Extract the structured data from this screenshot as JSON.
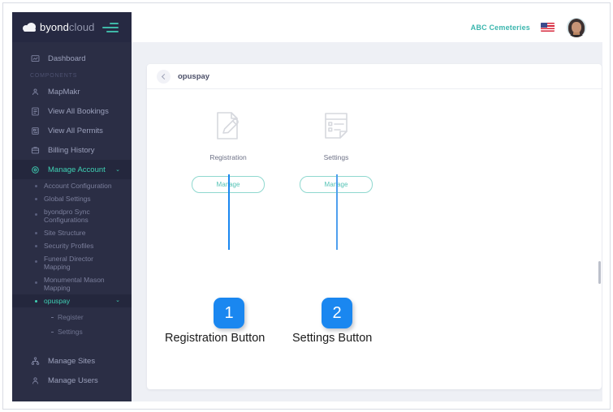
{
  "brand": {
    "logo_primary": "byond",
    "logo_secondary": "cloud",
    "logo_icon": "cloud-icon",
    "menu_toggle_icon": "hamburger-icon",
    "accent_teal": "#3fd1b4",
    "accent_blue": "#1a87f0",
    "sidebar_bg": "#2b2e45",
    "content_bg": "#eef0f5"
  },
  "topbar": {
    "org_name": "ABC Cemeteries",
    "locale_icon": "us-flag-icon",
    "avatar_icon": "user-avatar"
  },
  "sidebar": {
    "primary": [
      {
        "label": "Dashboard",
        "icon": "dashboard-icon",
        "active": false
      }
    ],
    "section_label": "COMPONENTS",
    "components": [
      {
        "label": "MapMakr",
        "icon": "map-icon",
        "active": false
      },
      {
        "label": "View All Bookings",
        "icon": "bookings-icon",
        "active": false
      },
      {
        "label": "View All Permits",
        "icon": "permits-icon",
        "active": false
      },
      {
        "label": "Billing History",
        "icon": "billing-icon",
        "active": false
      },
      {
        "label": "Manage Account",
        "icon": "account-gear-icon",
        "active": true,
        "caret": "⌄"
      }
    ],
    "account_subitems": [
      {
        "label": "Account Configuration",
        "active": false
      },
      {
        "label": "Global Settings",
        "active": false
      },
      {
        "label": "byondpro Sync Configurations",
        "active": false
      },
      {
        "label": "Site Structure",
        "active": false
      },
      {
        "label": "Security Profiles",
        "active": false
      },
      {
        "label": "Funeral Director Mapping",
        "active": false
      },
      {
        "label": "Monumental Mason Mapping",
        "active": false
      },
      {
        "label": "opuspay",
        "active": true,
        "caret": "⌄"
      }
    ],
    "opuspay_subitems": [
      {
        "label": "Register"
      },
      {
        "label": "Settings"
      }
    ],
    "bottom": [
      {
        "label": "Manage Sites",
        "icon": "sites-icon"
      },
      {
        "label": "Manage Users",
        "icon": "users-icon"
      }
    ]
  },
  "main": {
    "back_icon": "chevron-left-icon",
    "page_title": "opuspay",
    "tiles": [
      {
        "label": "Registration",
        "icon": "document-pencil-icon",
        "button_label": "Manage"
      },
      {
        "label": "Settings",
        "icon": "form-list-icon",
        "button_label": "Manage"
      }
    ]
  },
  "annotations": [
    {
      "number": "1",
      "label": "Registration Button"
    },
    {
      "number": "2",
      "label": "Settings Button"
    }
  ]
}
